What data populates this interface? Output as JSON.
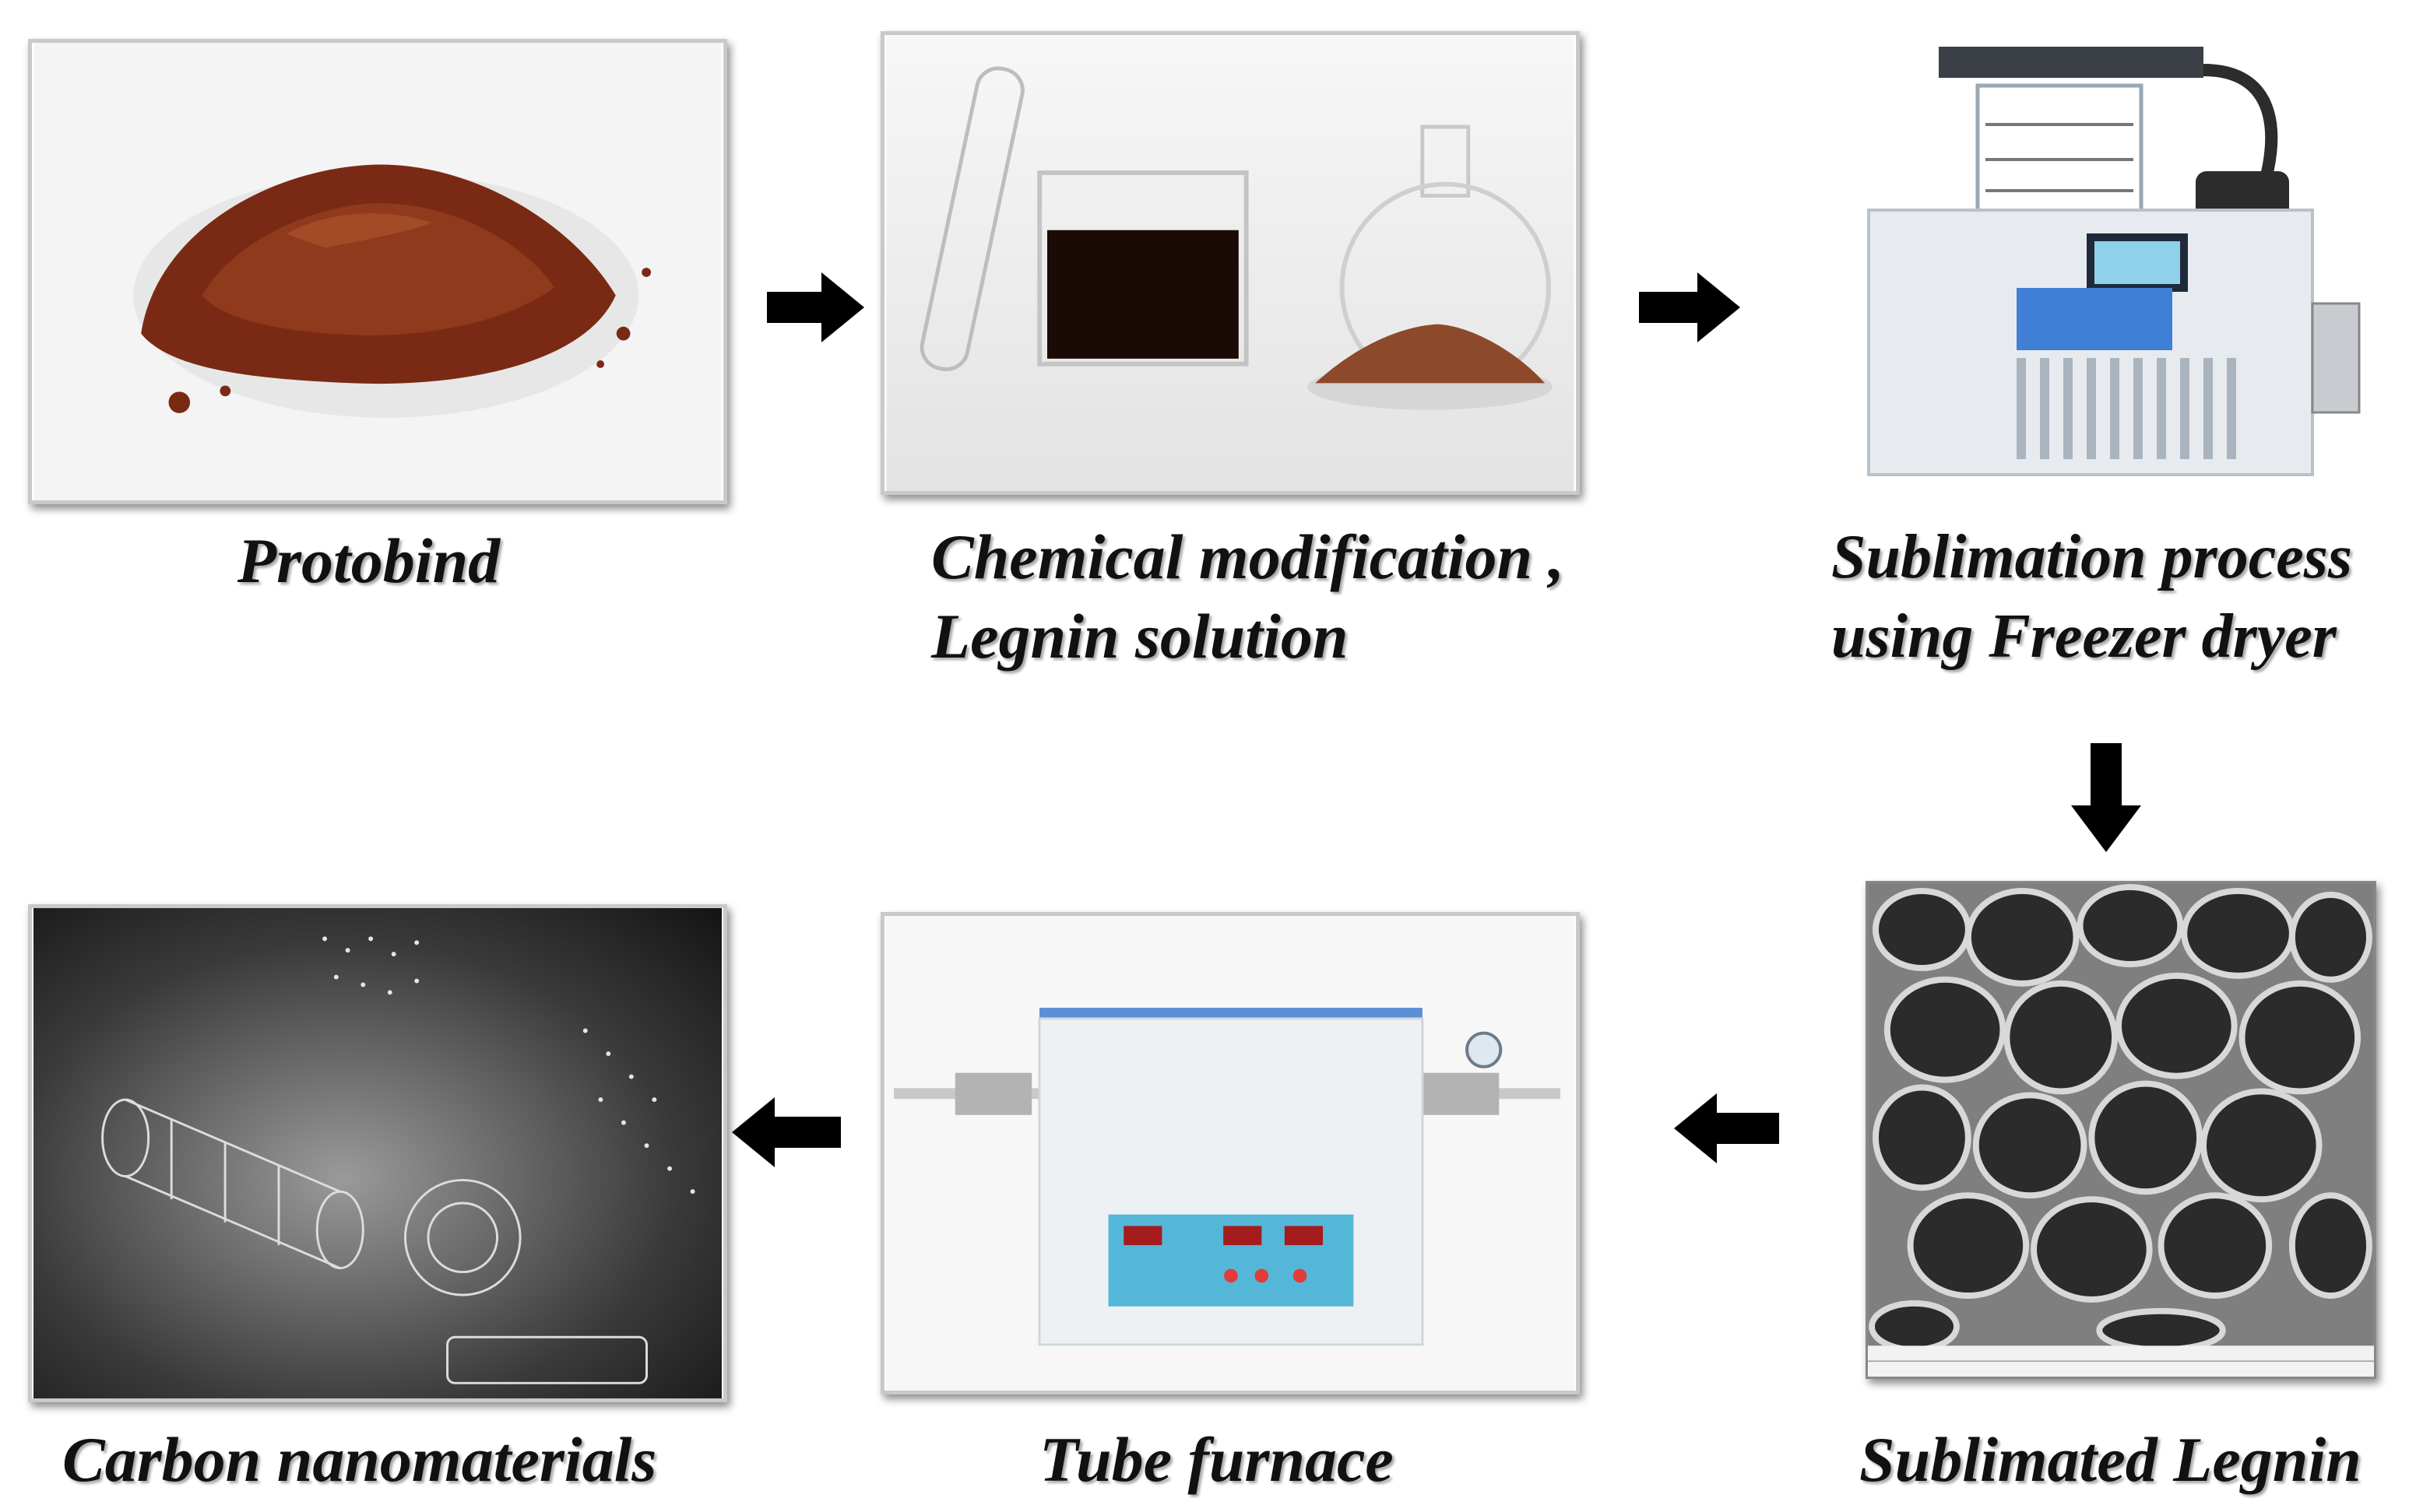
{
  "steps": [
    {
      "name": "protobind",
      "caption_lines": [
        "Protobind"
      ]
    },
    {
      "name": "chemical-modification",
      "caption_lines": [
        "Chemical modification ,",
        "Legnin solution"
      ]
    },
    {
      "name": "sublimation",
      "caption_lines": [
        "Sublimation process",
        "using Freezer dryer"
      ]
    },
    {
      "name": "sublimated-legnin",
      "caption_lines": [
        "Sublimated Legnin"
      ]
    },
    {
      "name": "tube-furnace",
      "caption_lines": [
        "Tube furnace"
      ]
    },
    {
      "name": "carbon-nanomaterials",
      "caption_lines": [
        "Carbon nanomaterials"
      ]
    }
  ],
  "colors": {
    "powder": "#7a2a14",
    "solution": "#1a0b06",
    "arrow": "#000000",
    "furnace_blue": "#5b8fd6",
    "panel_blue": "#55b7d8"
  }
}
